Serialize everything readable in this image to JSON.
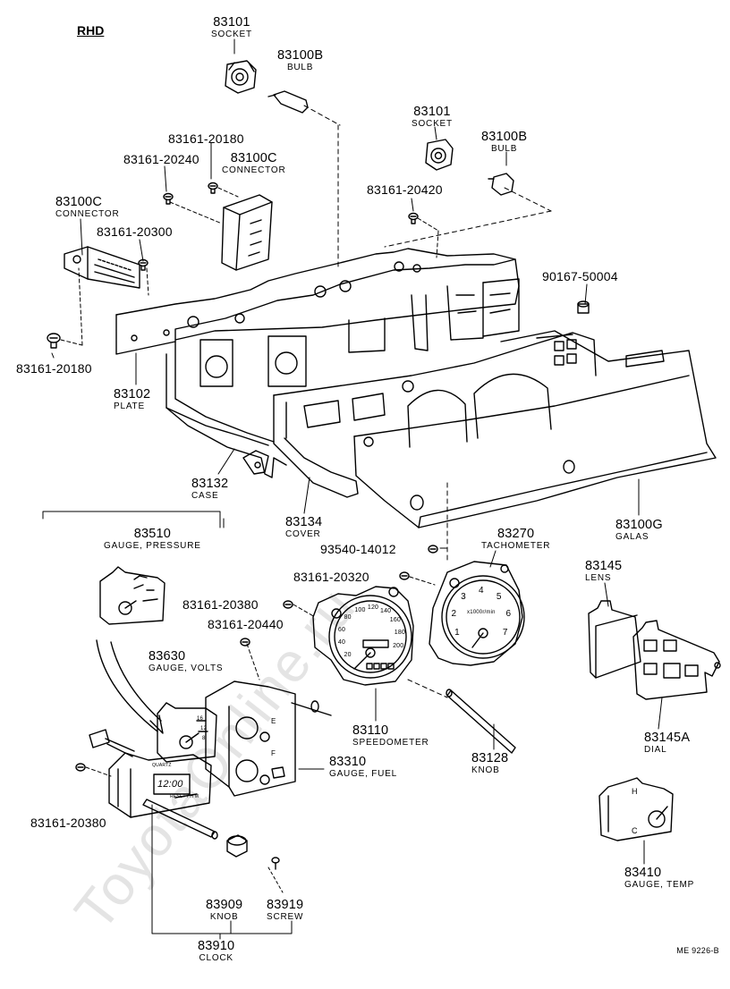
{
  "header": {
    "region": "RHD"
  },
  "reference": "ME 9226-B",
  "watermark": "ToyotaOnline.ru",
  "parts": [
    {
      "id": "socket_top",
      "number": "83101",
      "desc": "SOCKET"
    },
    {
      "id": "bulb_top",
      "number": "83100B",
      "desc": "BULB"
    },
    {
      "id": "socket_mid",
      "number": "83101",
      "desc": "SOCKET"
    },
    {
      "id": "bulb_mid",
      "number": "83100B",
      "desc": "BULB"
    },
    {
      "id": "screw_20180_top",
      "number": "83161-20180",
      "desc": ""
    },
    {
      "id": "screw_20240",
      "number": "83161-20240",
      "desc": ""
    },
    {
      "id": "connector_mid",
      "number": "83100C",
      "desc": "CONNECTOR"
    },
    {
      "id": "connector_left",
      "number": "83100C",
      "desc": "CONNECTOR"
    },
    {
      "id": "screw_20420",
      "number": "83161-20420",
      "desc": ""
    },
    {
      "id": "screw_20300",
      "number": "83161-20300",
      "desc": ""
    },
    {
      "id": "bolt_50004",
      "number": "90167-50004",
      "desc": ""
    },
    {
      "id": "screw_20180_left",
      "number": "83161-20180",
      "desc": ""
    },
    {
      "id": "plate",
      "number": "83102",
      "desc": "PLATE"
    },
    {
      "id": "case",
      "number": "83132",
      "desc": "CASE"
    },
    {
      "id": "cover",
      "number": "83134",
      "desc": "COVER"
    },
    {
      "id": "glass",
      "number": "83100G",
      "desc": "GALAS"
    },
    {
      "id": "gauge_pressure",
      "number": "83510",
      "desc": "GAUGE, PRESSURE"
    },
    {
      "id": "tachometer",
      "number": "83270",
      "desc": "TACHOMETER"
    },
    {
      "id": "screw_14012",
      "number": "93540-14012",
      "desc": ""
    },
    {
      "id": "screw_20320",
      "number": "83161-20320",
      "desc": ""
    },
    {
      "id": "screw_20380_top",
      "number": "83161-20380",
      "desc": ""
    },
    {
      "id": "screw_20440",
      "number": "83161-20440",
      "desc": ""
    },
    {
      "id": "lens",
      "number": "83145",
      "desc": "LENS"
    },
    {
      "id": "gauge_volts",
      "number": "83630",
      "desc": "GAUGE, VOLTS"
    },
    {
      "id": "dial",
      "number": "83145A",
      "desc": "DIAL"
    },
    {
      "id": "speedometer",
      "number": "83110",
      "desc": "SPEEDOMETER"
    },
    {
      "id": "knob_83128",
      "number": "83128",
      "desc": "KNOB"
    },
    {
      "id": "gauge_fuel",
      "number": "83310",
      "desc": "GAUGE, FUEL"
    },
    {
      "id": "screw_20380_bottom",
      "number": "83161-20380",
      "desc": ""
    },
    {
      "id": "gauge_temp",
      "number": "83410",
      "desc": "GAUGE, TEMP"
    },
    {
      "id": "knob_83909",
      "number": "83909",
      "desc": "KNOB"
    },
    {
      "id": "screw_83919",
      "number": "83919",
      "desc": "SCREW"
    },
    {
      "id": "clock",
      "number": "83910",
      "desc": "CLOCK"
    }
  ],
  "clock_display": {
    "time": "12:00",
    "brand": "QUARTZ",
    "buttons": "RESET / H M"
  },
  "speedo_dial": [
    "20",
    "40",
    "60",
    "80",
    "100",
    "120",
    "140",
    "160",
    "180",
    "200"
  ],
  "tacho_dial": [
    "1",
    "2",
    "3",
    "4",
    "5",
    "6",
    "7"
  ],
  "tacho_unit": "x1000r/min",
  "gauge_marks": {
    "fuel": [
      "F",
      "E"
    ],
    "temp": [
      "H",
      "C"
    ],
    "volts": [
      "16",
      "12",
      "8"
    ]
  }
}
